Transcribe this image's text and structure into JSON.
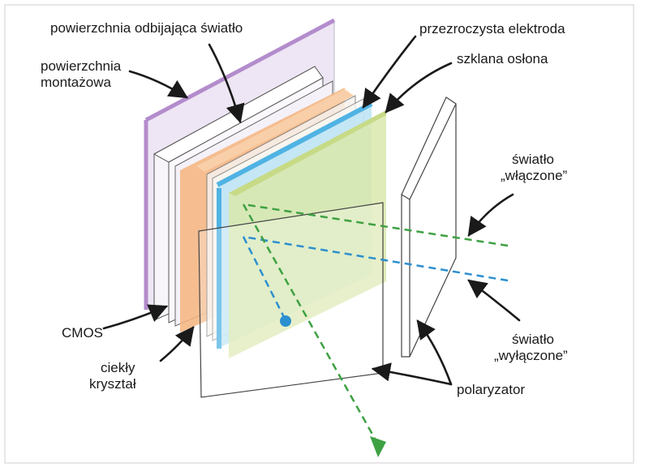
{
  "labels": {
    "reflective_surface": "powierzchnia odbijająca światło",
    "mounting_surface_1": "powierzchnia",
    "mounting_surface_2": "montażowa",
    "transparent_electrode": "przezroczysta elektroda",
    "glass_cover": "szklana osłona",
    "light_on_1": "światło",
    "light_on_2": "„włączone”",
    "light_off_1": "światło",
    "light_off_2": "„wyłączone”",
    "cmos": "CMOS",
    "liquid_crystal_1": "ciekły",
    "liquid_crystal_2": "kryształ",
    "polarizer": "polaryzator"
  },
  "colors": {
    "purple_edge": "#b38ccc",
    "purple_fill": "#eee6f4",
    "orange_fill": "#f4b47e",
    "blue_edge": "#4fb3e3",
    "green_fill": "#d9e7ab",
    "green_beam": "#3ea142",
    "blue_beam": "#2c8fcf",
    "arrow": "#1a1a1a"
  }
}
